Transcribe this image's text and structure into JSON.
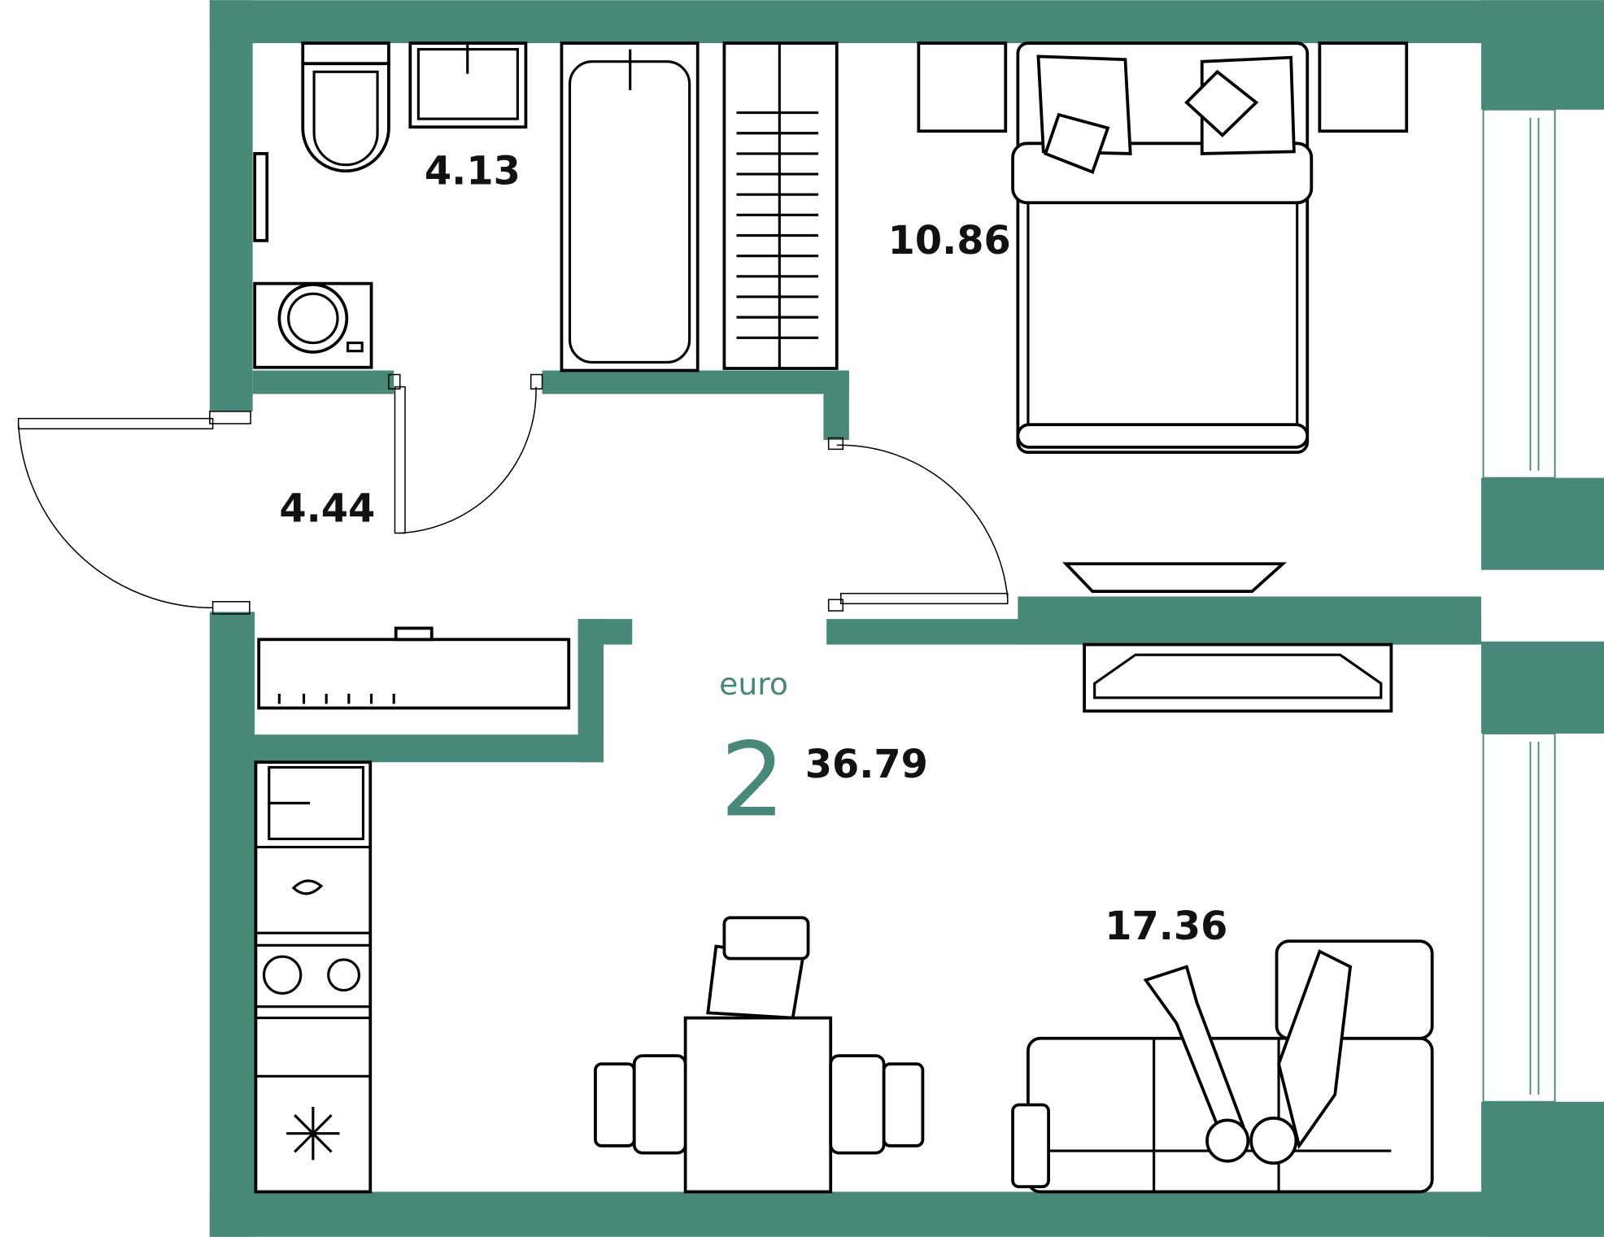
{
  "plan": {
    "type_label": "euro",
    "rooms_count": "2",
    "total_area": "36.79",
    "rooms": [
      {
        "name": "bathroom",
        "area": "4.13"
      },
      {
        "name": "bedroom",
        "area": "10.86"
      },
      {
        "name": "hallway",
        "area": "4.44"
      },
      {
        "name": "living-kitchen",
        "area": "17.36"
      }
    ]
  },
  "colors": {
    "wall": "#478878",
    "accent": "#478878"
  }
}
